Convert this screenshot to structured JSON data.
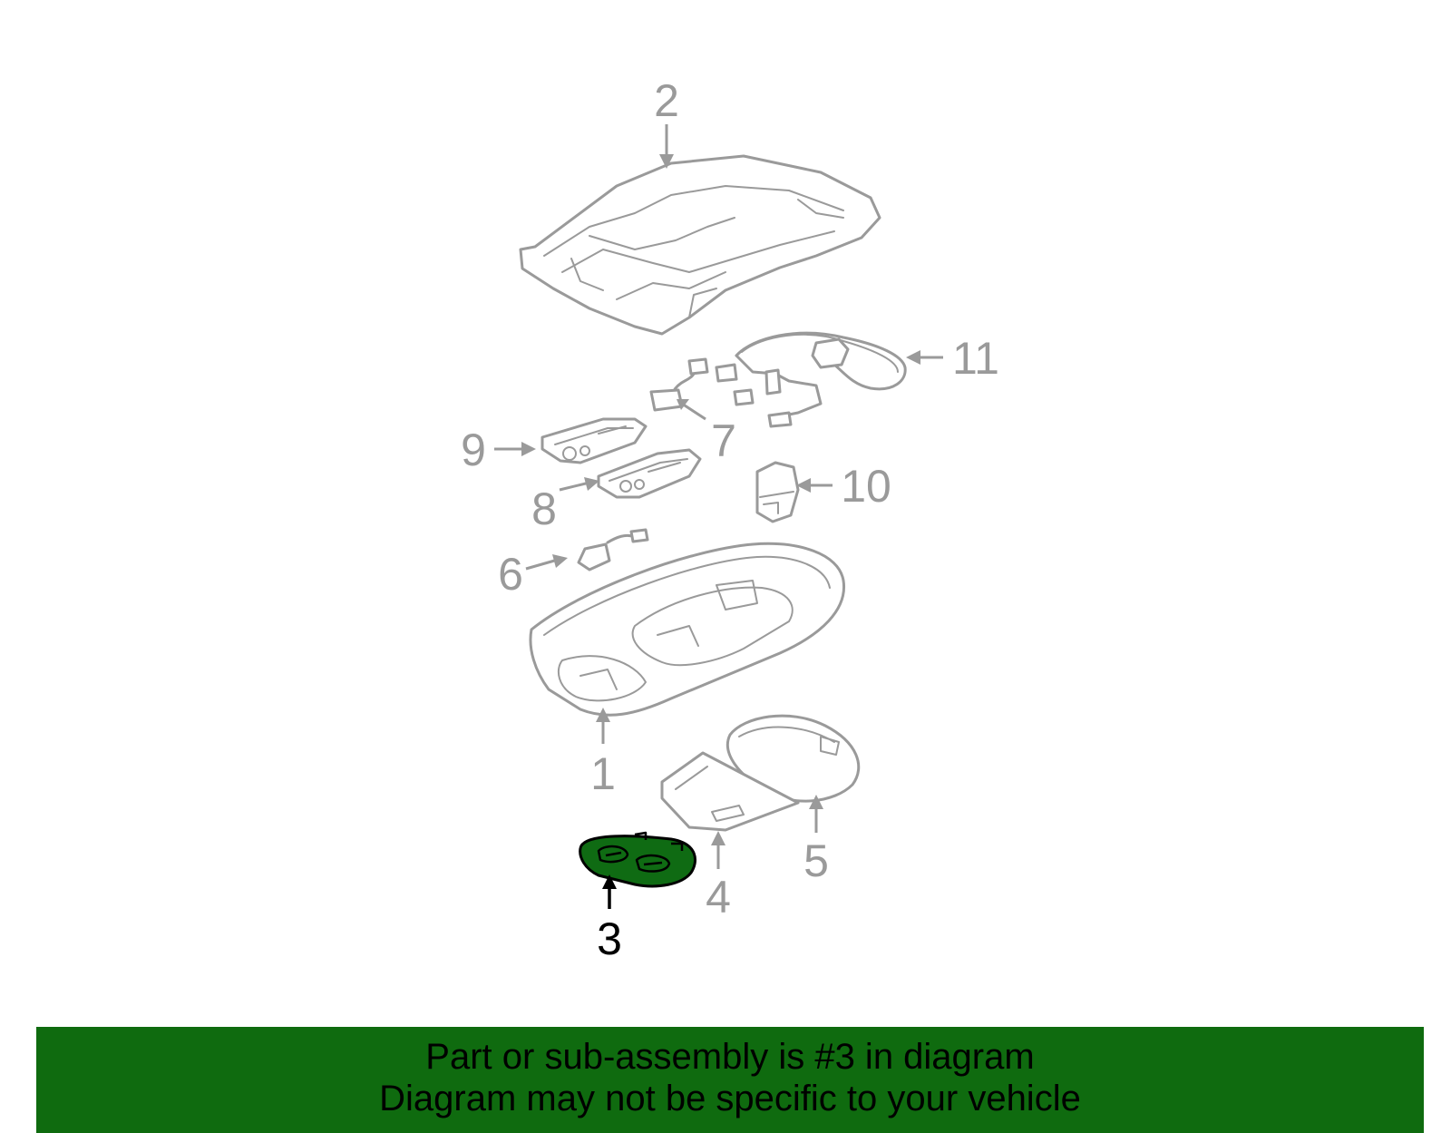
{
  "callouts": {
    "c1": "1",
    "c2": "2",
    "c3": "3",
    "c4": "4",
    "c5": "5",
    "c6": "6",
    "c7": "7",
    "c8": "8",
    "c9": "9",
    "c10": "10",
    "c11": "11"
  },
  "highlighted_part": "3",
  "colors": {
    "highlight_fill": "#0f6b13",
    "banner_background": "#0f6b0f",
    "line_gray": "#9a9a9a"
  },
  "banner": {
    "line1": "Part or sub-assembly is #3 in diagram",
    "line2": "Diagram may not be specific to your vehicle"
  }
}
